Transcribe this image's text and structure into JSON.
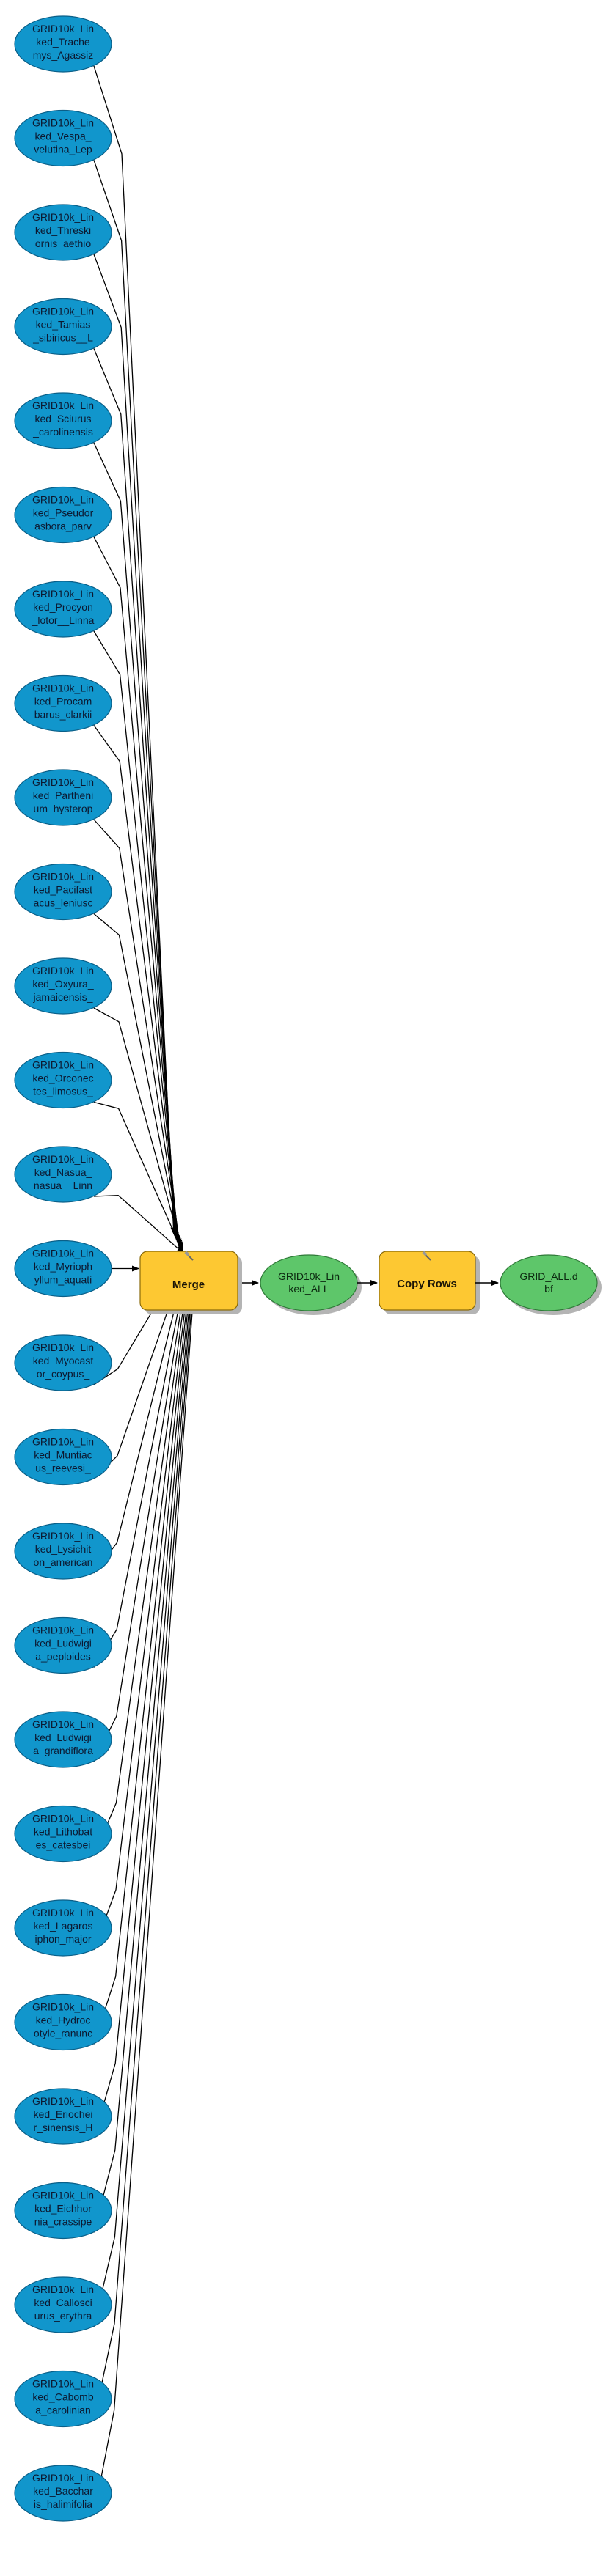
{
  "diagram": {
    "inputs": [
      [
        "GRID10k_Lin",
        "ked_Trache",
        "mys_Agassiz"
      ],
      [
        "GRID10k_Lin",
        "ked_Vespa_",
        "velutina_Lep"
      ],
      [
        "GRID10k_Lin",
        "ked_Threski",
        "ornis_aethio"
      ],
      [
        "GRID10k_Lin",
        "ked_Tamias",
        "_sibiricus__L"
      ],
      [
        "GRID10k_Lin",
        "ked_Sciurus",
        "_carolinensis"
      ],
      [
        "GRID10k_Lin",
        "ked_Pseudor",
        "asbora_parv"
      ],
      [
        "GRID10k_Lin",
        "ked_Procyon",
        "_lotor__Linna"
      ],
      [
        "GRID10k_Lin",
        "ked_Procam",
        "barus_clarkii"
      ],
      [
        "GRID10k_Lin",
        "ked_Partheni",
        "um_hysterop"
      ],
      [
        "GRID10k_Lin",
        "ked_Pacifast",
        "acus_leniusc"
      ],
      [
        "GRID10k_Lin",
        "ked_Oxyura_",
        "jamaicensis_"
      ],
      [
        "GRID10k_Lin",
        "ked_Orconec",
        "tes_limosus_"
      ],
      [
        "GRID10k_Lin",
        "ked_Nasua_",
        "nasua__Linn"
      ],
      [
        "GRID10k_Lin",
        "ked_Myrioph",
        "yllum_aquati"
      ],
      [
        "GRID10k_Lin",
        "ked_Myocast",
        "or_coypus_"
      ],
      [
        "GRID10k_Lin",
        "ked_Muntiac",
        "us_reevesi_"
      ],
      [
        "GRID10k_Lin",
        "ked_Lysichit",
        "on_american"
      ],
      [
        "GRID10k_Lin",
        "ked_Ludwigi",
        "a_peploides"
      ],
      [
        "GRID10k_Lin",
        "ked_Ludwigi",
        "a_grandiflora"
      ],
      [
        "GRID10k_Lin",
        "ked_Lithobat",
        "es_catesbei"
      ],
      [
        "GRID10k_Lin",
        "ked_Lagaros",
        "iphon_major"
      ],
      [
        "GRID10k_Lin",
        "ked_Hydroc",
        "otyle_ranunc"
      ],
      [
        "GRID10k_Lin",
        "ked_Eriochei",
        "r_sinensis_H"
      ],
      [
        "GRID10k_Lin",
        "ked_Eichhor",
        "nia_crassipe"
      ],
      [
        "GRID10k_Lin",
        "ked_Callosci",
        "urus_erythra"
      ],
      [
        "GRID10k_Lin",
        "ked_Cabomb",
        "a_carolinian"
      ],
      [
        "GRID10k_Lin",
        "ked_Bacchar",
        "is_halimifolia"
      ]
    ],
    "merge_label": "Merge",
    "intermediate": [
      "GRID10k_Lin",
      "ked_ALL"
    ],
    "copy_label": "Copy Rows",
    "output": [
      "GRID_ALL.d",
      "bf"
    ],
    "colors": {
      "input_fill": "#1196cc",
      "input_stroke": "#0a5f88",
      "process_fill": "#fdc832",
      "process_stroke": "#8a6a0a",
      "output_fill": "#5ec66a",
      "output_stroke": "#2f7a38",
      "shadow": "#b4b4b4",
      "line": "#000000"
    }
  }
}
